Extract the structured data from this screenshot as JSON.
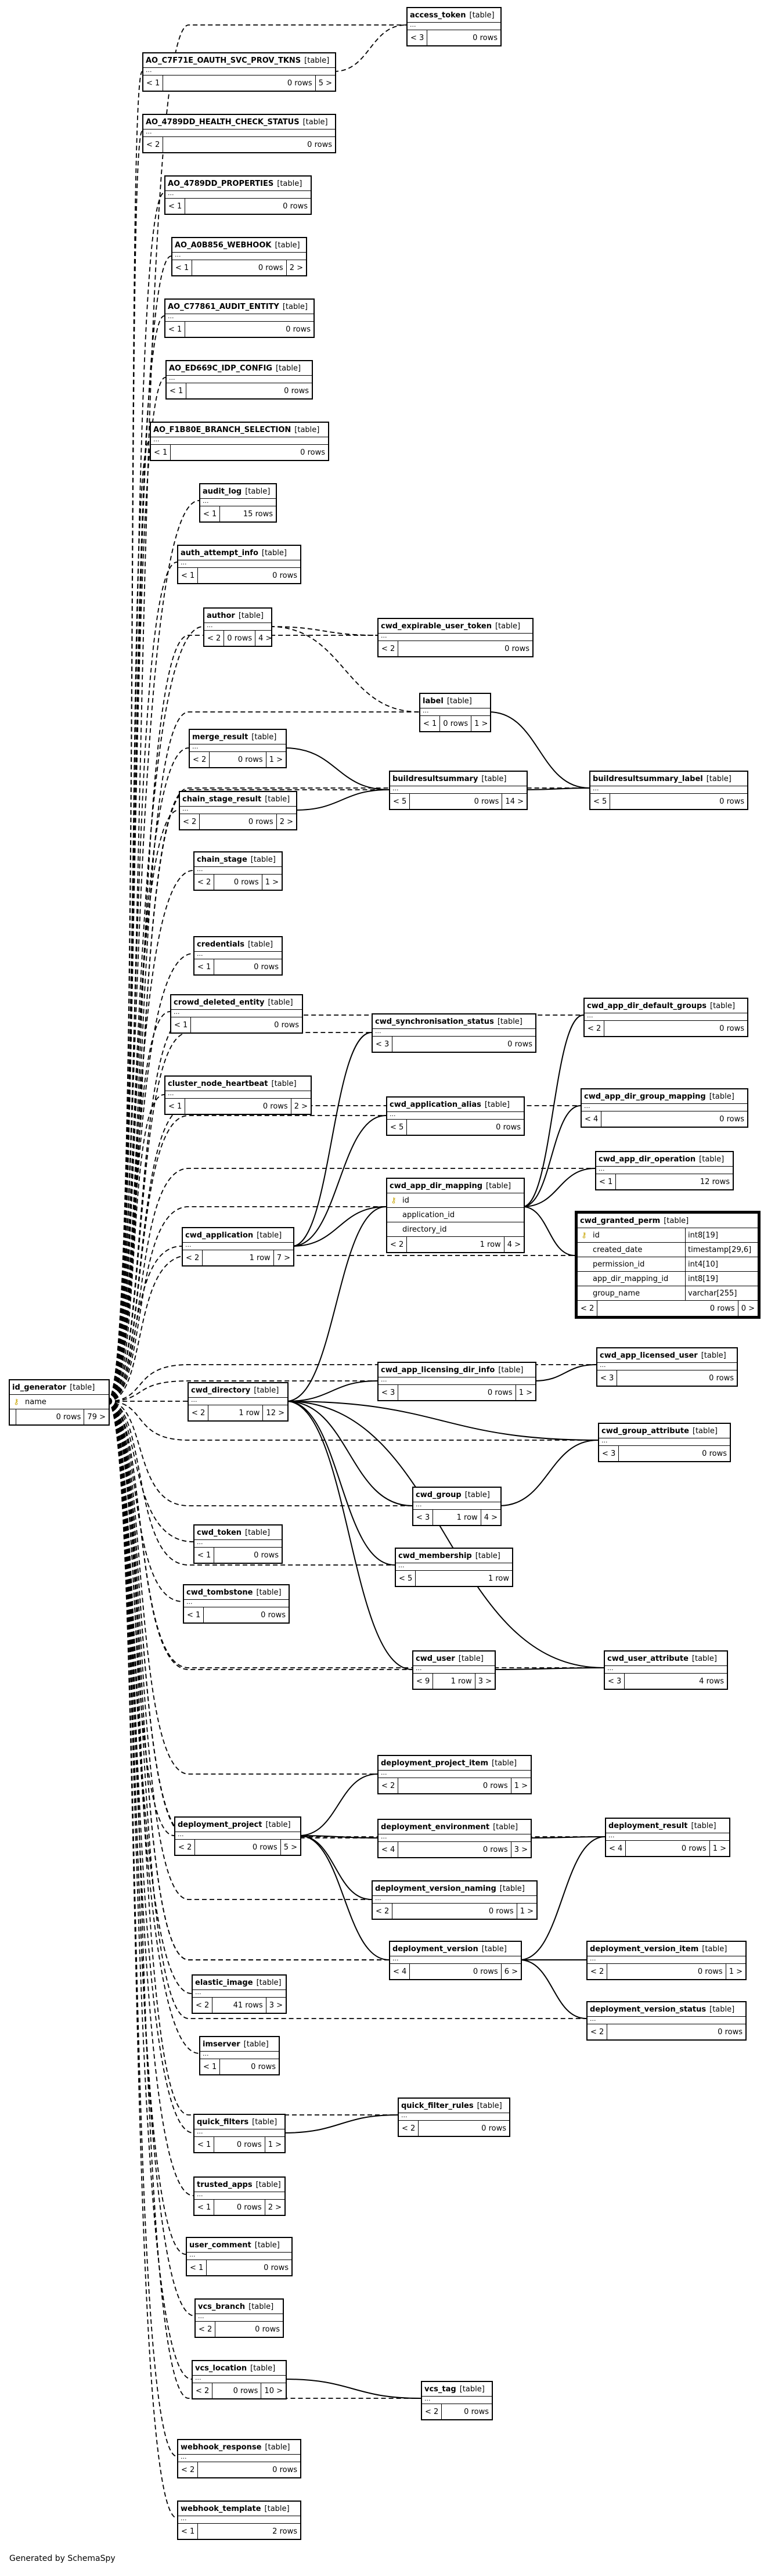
{
  "generator_text": "Generated by SchemaSpy",
  "tables": {
    "access_token": {
      "name": "access_token",
      "type": "[table]",
      "parents": "< 3",
      "rows": "0 rows",
      "children": ""
    },
    "ao_c7f71e": {
      "name": "AO_C7F71E_OAUTH_SVC_PROV_TKNS",
      "type": "[table]",
      "parents": "< 1",
      "rows": "0 rows",
      "children": "5 >"
    },
    "ao_4789dd_hc": {
      "name": "AO_4789DD_HEALTH_CHECK_STATUS",
      "type": "[table]",
      "parents": "< 2",
      "rows": "0 rows",
      "children": ""
    },
    "ao_4789dd_props": {
      "name": "AO_4789DD_PROPERTIES",
      "type": "[table]",
      "parents": "< 1",
      "rows": "0 rows",
      "children": ""
    },
    "ao_a0b856": {
      "name": "AO_A0B856_WEBHOOK",
      "type": "[table]",
      "parents": "< 1",
      "rows": "0 rows",
      "children": "2 >"
    },
    "ao_c77861": {
      "name": "AO_C77861_AUDIT_ENTITY",
      "type": "[table]",
      "parents": "< 1",
      "rows": "0 rows",
      "children": ""
    },
    "ao_ed669c": {
      "name": "AO_ED669C_IDP_CONFIG",
      "type": "[table]",
      "parents": "< 1",
      "rows": "0 rows",
      "children": ""
    },
    "ao_f1b80e": {
      "name": "AO_F1B80E_BRANCH_SELECTION",
      "type": "[table]",
      "parents": "< 1",
      "rows": "0 rows",
      "children": ""
    },
    "audit_log": {
      "name": "audit_log",
      "type": "[table]",
      "parents": "< 1",
      "rows": "15 rows",
      "children": ""
    },
    "auth_attempt_info": {
      "name": "auth_attempt_info",
      "type": "[table]",
      "parents": "< 1",
      "rows": "0 rows",
      "children": ""
    },
    "author": {
      "name": "author",
      "type": "[table]",
      "parents": "< 2",
      "rows": "0 rows",
      "children": "4 >"
    },
    "cwd_expirable_user_token": {
      "name": "cwd_expirable_user_token",
      "type": "[table]",
      "parents": "< 2",
      "rows": "0 rows",
      "children": ""
    },
    "label": {
      "name": "label",
      "type": "[table]",
      "parents": "< 1",
      "rows": "0 rows",
      "children": "1 >"
    },
    "merge_result": {
      "name": "merge_result",
      "type": "[table]",
      "parents": "< 2",
      "rows": "0 rows",
      "children": "1 >"
    },
    "buildresultsummary": {
      "name": "buildresultsummary",
      "type": "[table]",
      "parents": "< 5",
      "rows": "0 rows",
      "children": "14 >"
    },
    "buildresultsummary_label": {
      "name": "buildresultsummary_label",
      "type": "[table]",
      "parents": "< 5",
      "rows": "0 rows",
      "children": ""
    },
    "chain_stage_result": {
      "name": "chain_stage_result",
      "type": "[table]",
      "parents": "< 2",
      "rows": "0 rows",
      "children": "2 >"
    },
    "chain_stage": {
      "name": "chain_stage",
      "type": "[table]",
      "parents": "< 2",
      "rows": "0 rows",
      "children": "1 >"
    },
    "credentials": {
      "name": "credentials",
      "type": "[table]",
      "parents": "< 1",
      "rows": "0 rows",
      "children": ""
    },
    "crowd_deleted_entity": {
      "name": "crowd_deleted_entity",
      "type": "[table]",
      "parents": "< 1",
      "rows": "0 rows",
      "children": ""
    },
    "cwd_synchronisation_status": {
      "name": "cwd_synchronisation_status",
      "type": "[table]",
      "parents": "< 3",
      "rows": "0 rows",
      "children": ""
    },
    "cwd_app_dir_default_groups": {
      "name": "cwd_app_dir_default_groups",
      "type": "[table]",
      "parents": "< 2",
      "rows": "0 rows",
      "children": ""
    },
    "cluster_node_heartbeat": {
      "name": "cluster_node_heartbeat",
      "type": "[table]",
      "parents": "< 1",
      "rows": "0 rows",
      "children": "2 >"
    },
    "cwd_application_alias": {
      "name": "cwd_application_alias",
      "type": "[table]",
      "parents": "< 5",
      "rows": "0 rows",
      "children": ""
    },
    "cwd_app_dir_group_mapping": {
      "name": "cwd_app_dir_group_mapping",
      "type": "[table]",
      "parents": "< 4",
      "rows": "0 rows",
      "children": ""
    },
    "cwd_app_dir_operation": {
      "name": "cwd_app_dir_operation",
      "type": "[table]",
      "parents": "< 1",
      "rows": "12 rows",
      "children": ""
    },
    "cwd_app_dir_mapping": {
      "name": "cwd_app_dir_mapping",
      "type": "[table]",
      "parents": "< 2",
      "rows": "1 row",
      "children": "4 >",
      "columns": [
        {
          "key": "⚷",
          "name": "id"
        },
        {
          "key": "",
          "name": "application_id"
        },
        {
          "key": "",
          "name": "directory_id"
        }
      ]
    },
    "cwd_granted_perm": {
      "name": "cwd_granted_perm",
      "type": "[table]",
      "parents": "< 2",
      "rows": "0 rows",
      "children": "0 >",
      "columns": [
        {
          "key": "⚷",
          "name": "id",
          "dtype": "int8[19]"
        },
        {
          "key": "",
          "name": "created_date",
          "dtype": "timestamp[29,6]"
        },
        {
          "key": "",
          "name": "permission_id",
          "dtype": "int4[10]"
        },
        {
          "key": "",
          "name": "app_dir_mapping_id",
          "dtype": "int8[19]"
        },
        {
          "key": "",
          "name": "group_name",
          "dtype": "varchar[255]"
        }
      ]
    },
    "cwd_application": {
      "name": "cwd_application",
      "type": "[table]",
      "parents": "< 2",
      "rows": "1 row",
      "children": "7 >"
    },
    "id_generator": {
      "name": "id_generator",
      "type": "[table]",
      "parents": "",
      "rows": "0 rows",
      "children": "79 >",
      "columns": [
        {
          "key": "⚷",
          "name": "name"
        }
      ]
    },
    "cwd_directory": {
      "name": "cwd_directory",
      "type": "[table]",
      "parents": "< 2",
      "rows": "1 row",
      "children": "12 >"
    },
    "cwd_app_licensing_dir_info": {
      "name": "cwd_app_licensing_dir_info",
      "type": "[table]",
      "parents": "< 3",
      "rows": "0 rows",
      "children": "1 >"
    },
    "cwd_app_licensed_user": {
      "name": "cwd_app_licensed_user",
      "type": "[table]",
      "parents": "< 3",
      "rows": "0 rows",
      "children": ""
    },
    "cwd_group_attribute": {
      "name": "cwd_group_attribute",
      "type": "[table]",
      "parents": "< 3",
      "rows": "0 rows",
      "children": ""
    },
    "cwd_group": {
      "name": "cwd_group",
      "type": "[table]",
      "parents": "< 3",
      "rows": "1 row",
      "children": "4 >"
    },
    "cwd_token": {
      "name": "cwd_token",
      "type": "[table]",
      "parents": "< 1",
      "rows": "0 rows",
      "children": ""
    },
    "cwd_membership": {
      "name": "cwd_membership",
      "type": "[table]",
      "parents": "< 5",
      "rows": "1 row",
      "children": ""
    },
    "cwd_tombstone": {
      "name": "cwd_tombstone",
      "type": "[table]",
      "parents": "< 1",
      "rows": "0 rows",
      "children": ""
    },
    "cwd_user": {
      "name": "cwd_user",
      "type": "[table]",
      "parents": "< 9",
      "rows": "1 row",
      "children": "3 >"
    },
    "cwd_user_attribute": {
      "name": "cwd_user_attribute",
      "type": "[table]",
      "parents": "< 3",
      "rows": "4 rows",
      "children": ""
    },
    "deployment_project_item": {
      "name": "deployment_project_item",
      "type": "[table]",
      "parents": "< 2",
      "rows": "0 rows",
      "children": "1 >"
    },
    "deployment_project": {
      "name": "deployment_project",
      "type": "[table]",
      "parents": "< 2",
      "rows": "0 rows",
      "children": "5 >"
    },
    "deployment_environment": {
      "name": "deployment_environment",
      "type": "[table]",
      "parents": "< 4",
      "rows": "0 rows",
      "children": "3 >"
    },
    "deployment_result": {
      "name": "deployment_result",
      "type": "[table]",
      "parents": "< 4",
      "rows": "0 rows",
      "children": "1 >"
    },
    "deployment_version_naming": {
      "name": "deployment_version_naming",
      "type": "[table]",
      "parents": "< 2",
      "rows": "0 rows",
      "children": "1 >"
    },
    "deployment_version": {
      "name": "deployment_version",
      "type": "[table]",
      "parents": "< 4",
      "rows": "0 rows",
      "children": "6 >"
    },
    "deployment_version_item": {
      "name": "deployment_version_item",
      "type": "[table]",
      "parents": "< 2",
      "rows": "0 rows",
      "children": "1 >"
    },
    "deployment_version_status": {
      "name": "deployment_version_status",
      "type": "[table]",
      "parents": "< 2",
      "rows": "0 rows",
      "children": ""
    },
    "elastic_image": {
      "name": "elastic_image",
      "type": "[table]",
      "parents": "< 2",
      "rows": "41 rows",
      "children": "3 >"
    },
    "imserver": {
      "name": "imserver",
      "type": "[table]",
      "parents": "< 1",
      "rows": "0 rows",
      "children": ""
    },
    "quick_filter_rules": {
      "name": "quick_filter_rules",
      "type": "[table]",
      "parents": "< 2",
      "rows": "0 rows",
      "children": ""
    },
    "quick_filters": {
      "name": "quick_filters",
      "type": "[table]",
      "parents": "< 1",
      "rows": "0 rows",
      "children": "1 >"
    },
    "trusted_apps": {
      "name": "trusted_apps",
      "type": "[table]",
      "parents": "< 1",
      "rows": "0 rows",
      "children": "2 >"
    },
    "user_comment": {
      "name": "user_comment",
      "type": "[table]",
      "parents": "< 1",
      "rows": "0 rows",
      "children": ""
    },
    "vcs_branch": {
      "name": "vcs_branch",
      "type": "[table]",
      "parents": "< 2",
      "rows": "0 rows",
      "children": ""
    },
    "vcs_location": {
      "name": "vcs_location",
      "type": "[table]",
      "parents": "< 2",
      "rows": "0 rows",
      "children": "10 >"
    },
    "vcs_tag": {
      "name": "vcs_tag",
      "type": "[table]",
      "parents": "< 2",
      "rows": "0 rows",
      "children": ""
    },
    "webhook_response": {
      "name": "webhook_response",
      "type": "[table]",
      "parents": "< 2",
      "rows": "0 rows",
      "children": ""
    },
    "webhook_template": {
      "name": "webhook_template",
      "type": "[table]",
      "parents": "< 1",
      "rows": "2 rows",
      "children": ""
    }
  }
}
